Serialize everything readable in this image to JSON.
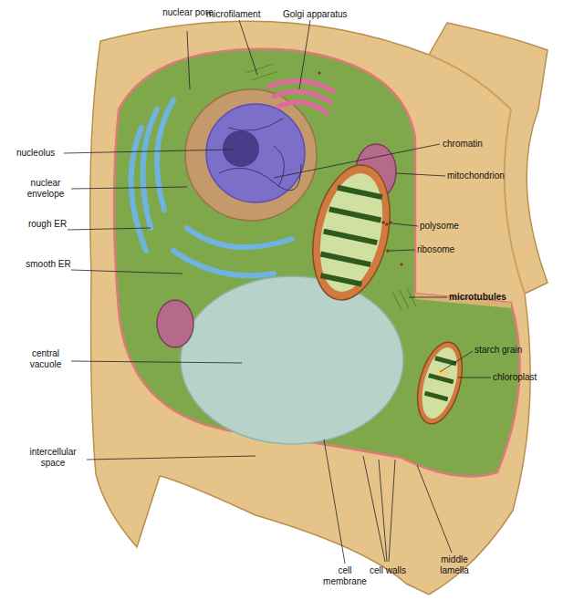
{
  "diagram": {
    "labels": [
      "nuclear pore",
      "microfilament",
      "Golgi apparatus",
      "nucleolus",
      "chromatin",
      "mitochondrion",
      "nuclear envelope",
      "rough ER",
      "polysome",
      "smooth ER",
      "ribosome",
      "microtubules",
      "starch grain",
      "central vacuole",
      "chloroplast",
      "intercellular space",
      "cell membrane",
      "cell walls",
      "middle lamella"
    ]
  }
}
